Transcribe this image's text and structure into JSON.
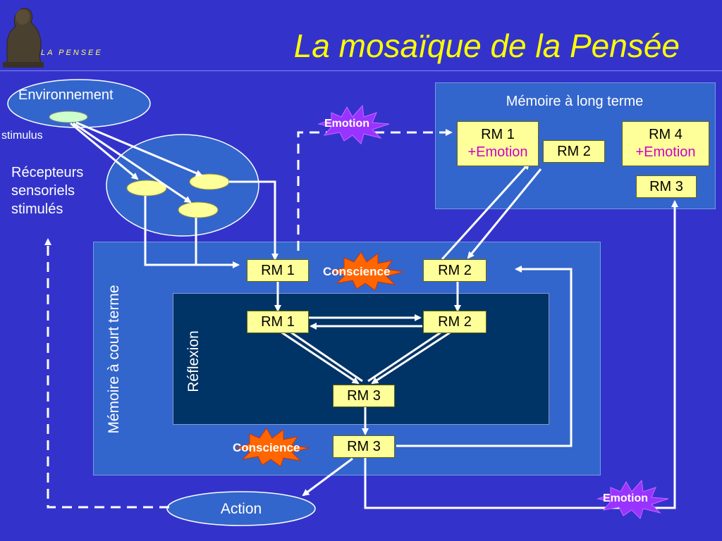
{
  "title": "La mosaïque de la Pensée",
  "logo_text": "LA PENSEE",
  "environment_label": "Environnement",
  "stimulus_label": "stimulus",
  "receptors_lines": [
    "Récepteurs",
    "sensoriels",
    "stimulés"
  ],
  "ltm": {
    "title": "Mémoire à long terme",
    "rm1_line1": "RM 1",
    "rm1_line2": "+Emotion",
    "rm2": "RM 2",
    "rm4_line1": "RM 4",
    "rm4_line2": "+Emotion",
    "rm3": "RM 3"
  },
  "stm": {
    "title": "Mémoire à court terme",
    "rm1": "RM 1",
    "rm2": "RM 2",
    "conscience_top": "Conscience",
    "rm3_out": "RM 3",
    "conscience_bottom": "Conscience"
  },
  "reflexion": {
    "title": "Réflexion",
    "rm1": "RM 1",
    "rm2": "RM 2",
    "rm3": "RM 3"
  },
  "emotion_top": "Emotion",
  "emotion_bottom": "Emotion",
  "action_label": "Action",
  "colors": {
    "background": "#3333cc",
    "title": "#ffff00",
    "box_fill": "#ffff99",
    "panel": "#3366cc",
    "reflexion_panel": "#003366",
    "emotion_burst": "#9933ff",
    "conscience_burst": "#ff6600"
  }
}
